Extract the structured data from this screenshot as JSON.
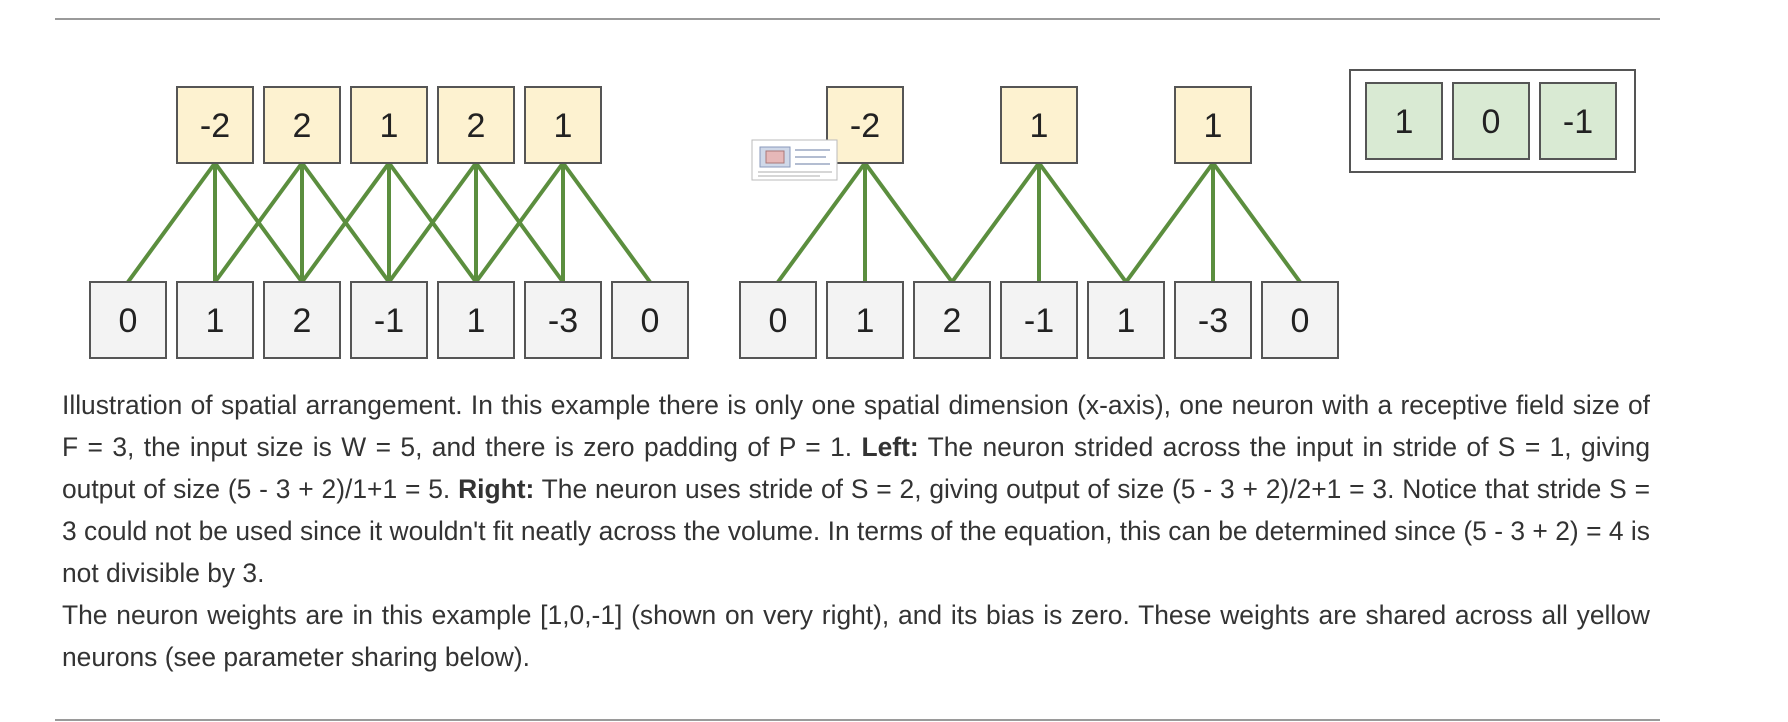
{
  "diagram": {
    "left": {
      "inputs": [
        "0",
        "1",
        "2",
        "-1",
        "1",
        "-3",
        "0"
      ],
      "outputs": [
        "-2",
        "2",
        "1",
        "2",
        "1"
      ],
      "stride": 1
    },
    "right": {
      "inputs": [
        "0",
        "1",
        "2",
        "-1",
        "1",
        "-3",
        "0"
      ],
      "outputs": [
        "-2",
        "1",
        "1"
      ],
      "stride": 2
    },
    "weights": [
      "1",
      "0",
      "-1"
    ],
    "colors": {
      "input_fill": "#f3f3f3",
      "output_fill": "#fdf2d0",
      "weight_fill": "#d9ead3",
      "border": "#555555",
      "connection": "#5b8e3e"
    }
  },
  "caption": {
    "p1_a": "Illustration of spatial arrangement. In this example there is only one spatial dimension (x-axis), one neuron with a receptive field size of F = 3, the input size is W = 5, and there is zero padding of P = 1. ",
    "left_label": "Left:",
    "p1_b": " The neuron strided across the input in stride of S = 1, giving output of size (5 - 3 + 2)/1+1 = 5. ",
    "right_label": "Right:",
    "p1_c": " The neuron uses stride of S = 2, giving output of size (5 - 3 + 2)/2+1 = 3. Notice that stride S = 3 could not be used since it wouldn't fit neatly across the volume. In terms of the equation, this can be determined since (5 - 3 + 2) = 4 is not divisible by 3.",
    "p2": "The neuron weights are in this example [1,0,-1] (shown on very right), and its bias is zero. These weights are shared across all yellow neurons (see parameter sharing below)."
  }
}
